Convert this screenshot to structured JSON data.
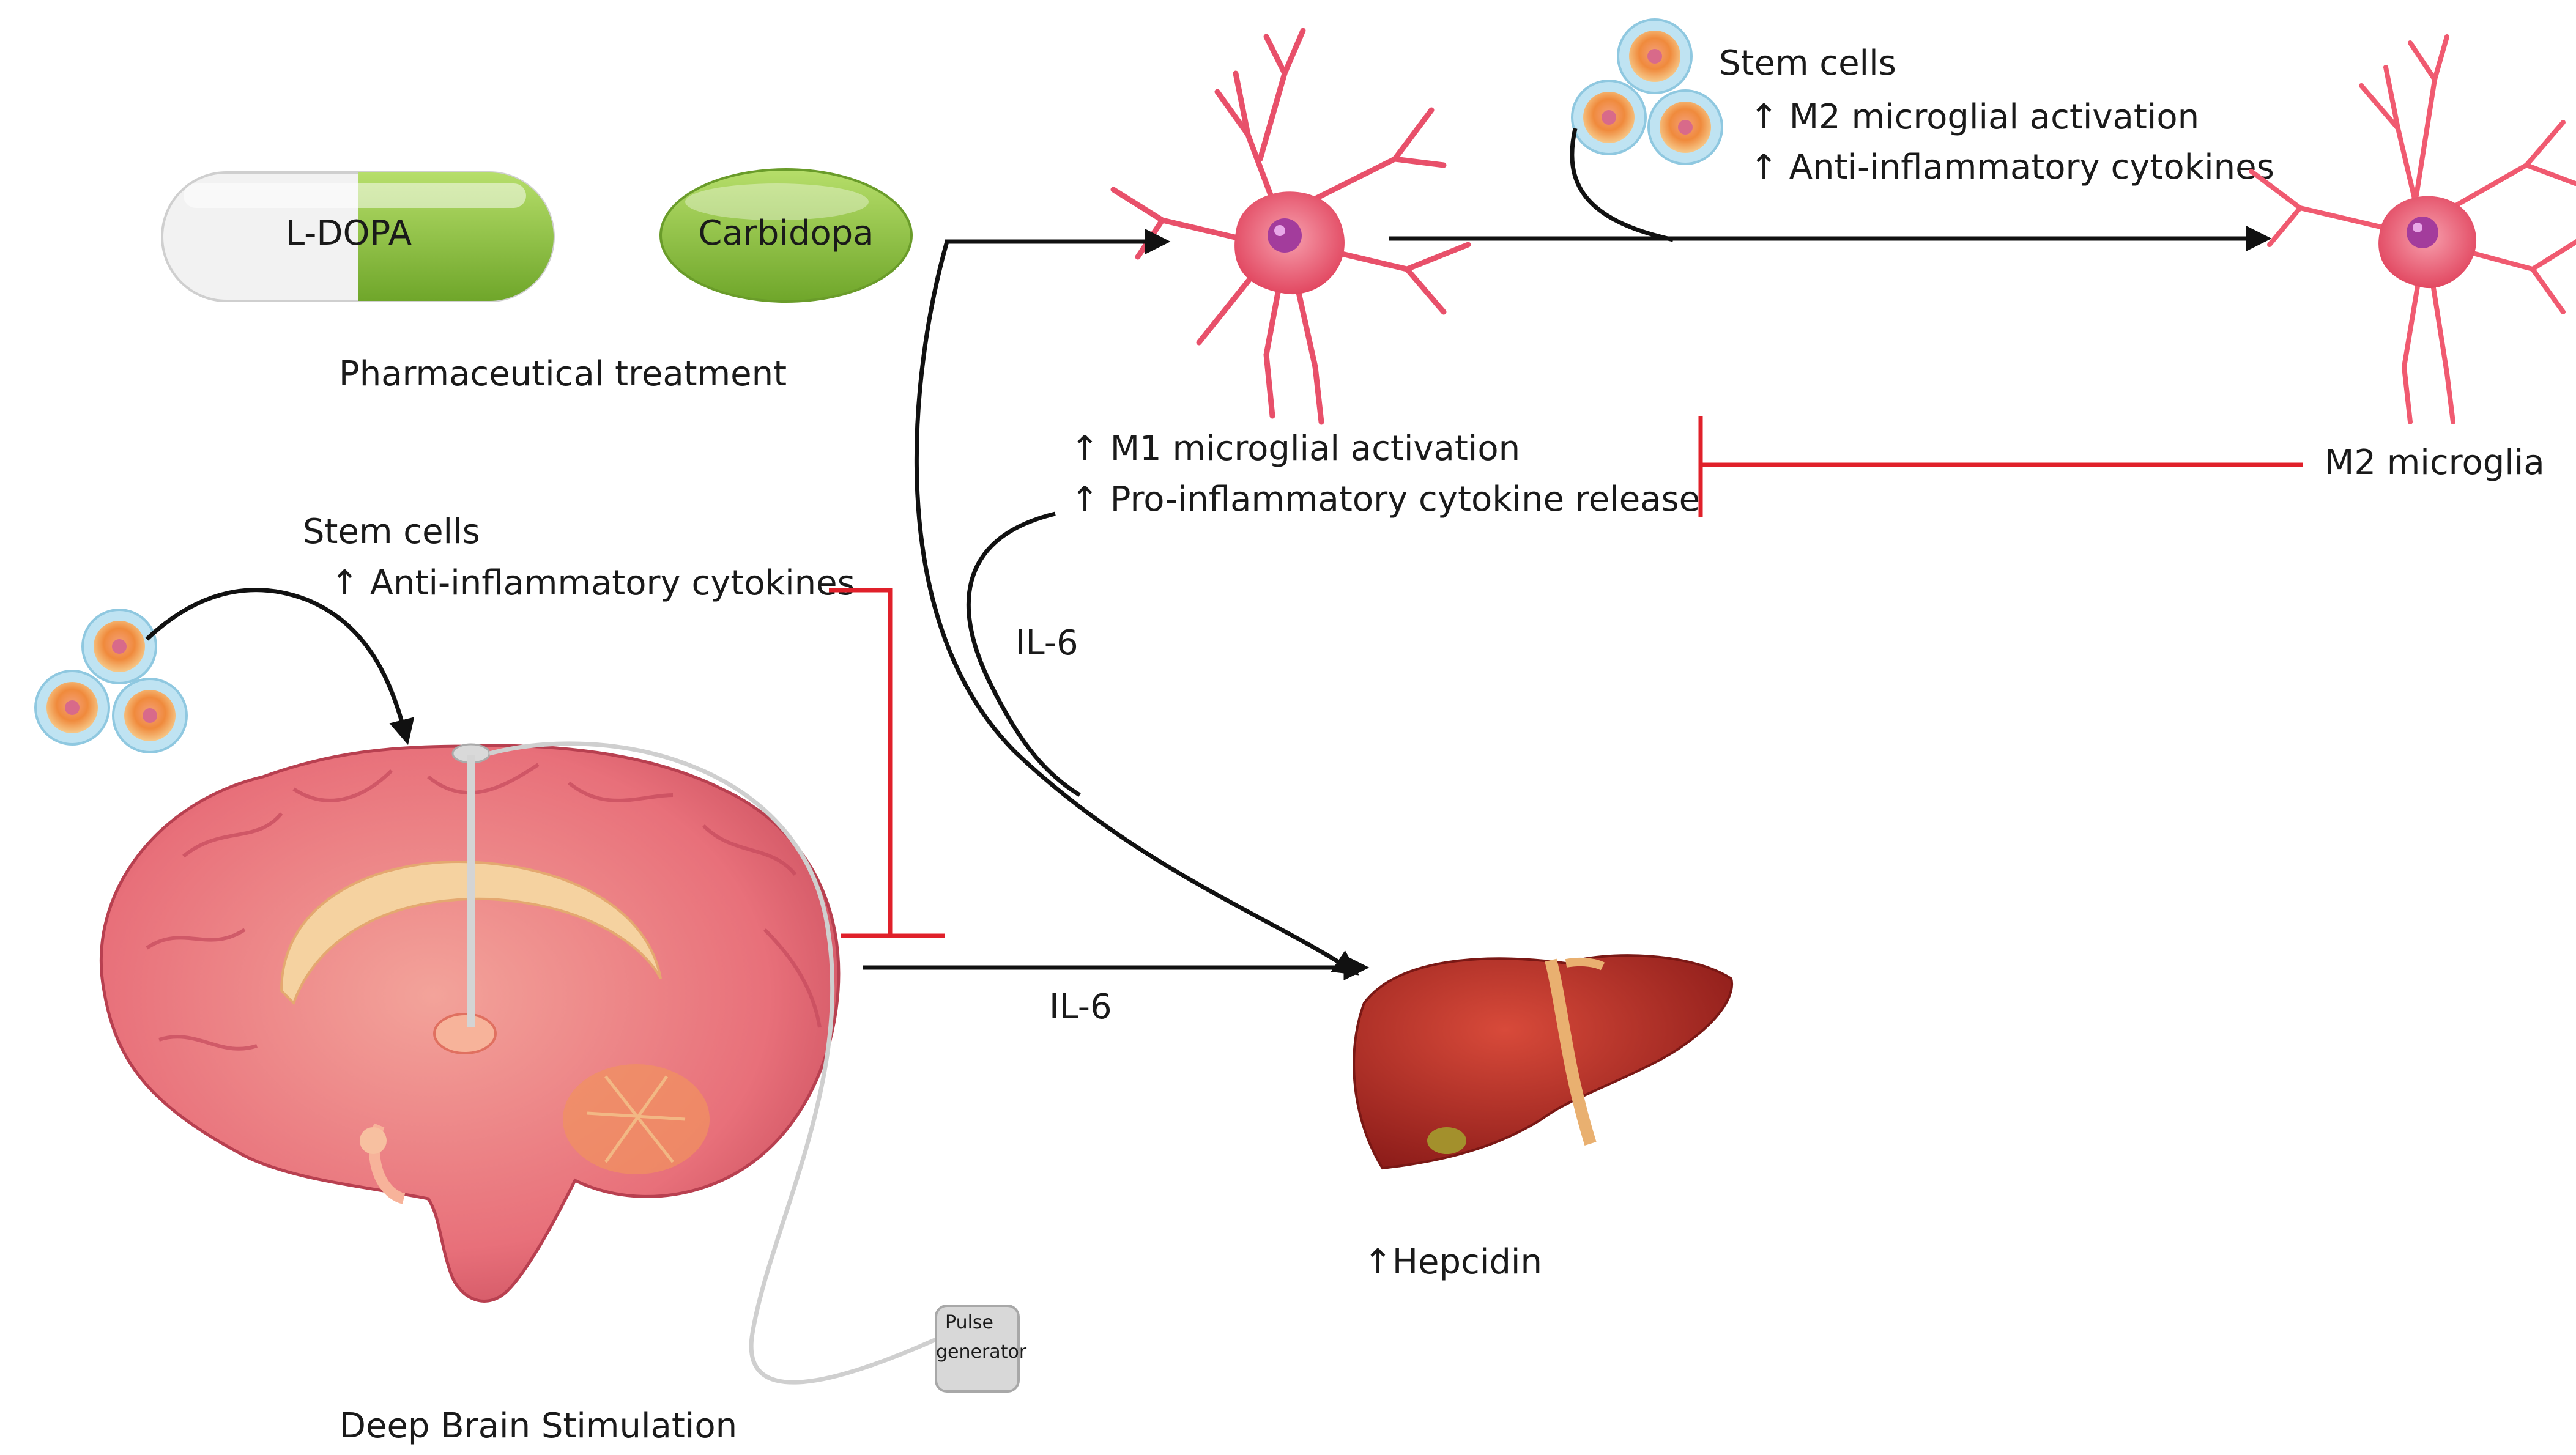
{
  "pharma": {
    "ldopa": "L-DOPA",
    "carbidopa": "Carbidopa",
    "caption": "Pharmaceutical treatment"
  },
  "stem_top": {
    "title": "Stem cells",
    "line1": "↑ M2 microglial activation",
    "line2": "↑ Anti-inflammatory cytokines"
  },
  "stem_left": {
    "title": "Stem cells",
    "line1": "↑ Anti-inflammatory cytokines"
  },
  "m1": {
    "line1": "↑ M1 microglial activation",
    "line2": "↑ Pro-inflammatory cytokine release"
  },
  "m2_label": "M2 microglia",
  "il6_curve": "IL-6",
  "il6_straight": "IL-6",
  "hepcidin": "↑Hepcidin",
  "dbs_caption": "Deep Brain Stimulation",
  "pulse": {
    "line1": "Pulse",
    "line2": "generator"
  },
  "colors": {
    "arrow": "#111111",
    "inhibit": "#e0202a",
    "pill_green": "#8cc63f",
    "pill_white": "#f2f2f2",
    "neuron_pink": "#e8506a",
    "brain_pink": "#e87a7a",
    "liver_red": "#b32622"
  }
}
